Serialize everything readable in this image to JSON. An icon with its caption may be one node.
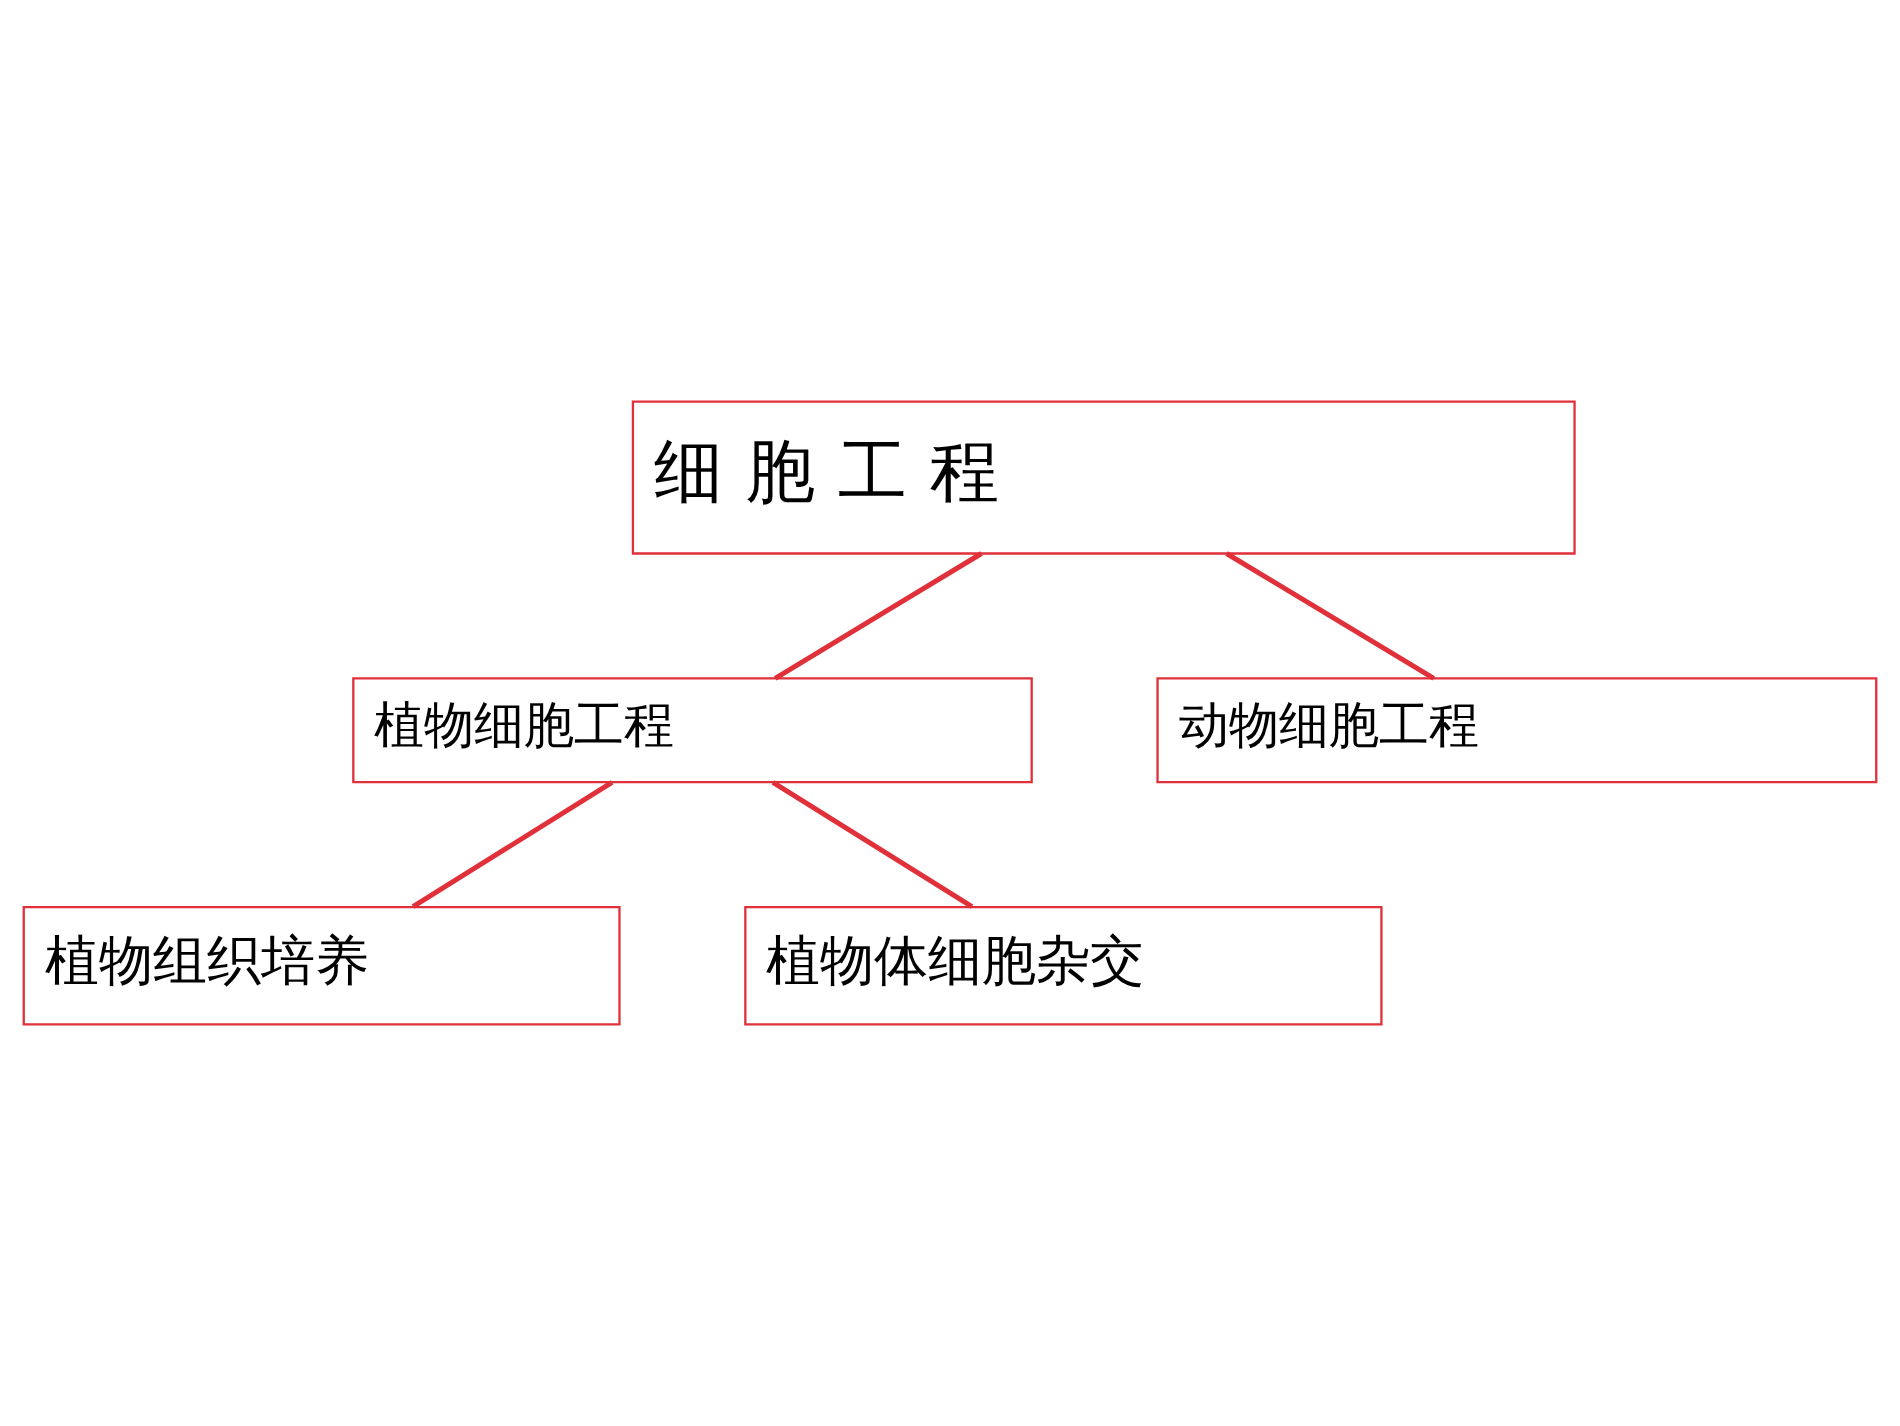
{
  "diagram": {
    "nodes": [
      {
        "text": [
          "细 胞 工 程"
        ]
      },
      {
        "text": [
          "植物细胞工程"
        ]
      },
      {
        "text": [
          "动物细胞工程"
        ]
      },
      {
        "text": [
          "植物组织培养"
        ]
      },
      {
        "text": [
          "植物体细胞杂交"
        ]
      }
    ],
    "edges": [
      {
        "from": 0,
        "to": 1,
        "arrow": "none"
      },
      {
        "from": 0,
        "to": 2,
        "arrow": "none"
      },
      {
        "from": 1,
        "to": 3,
        "arrow": "none"
      },
      {
        "from": 1,
        "to": 4,
        "arrow": "none"
      }
    ]
  }
}
